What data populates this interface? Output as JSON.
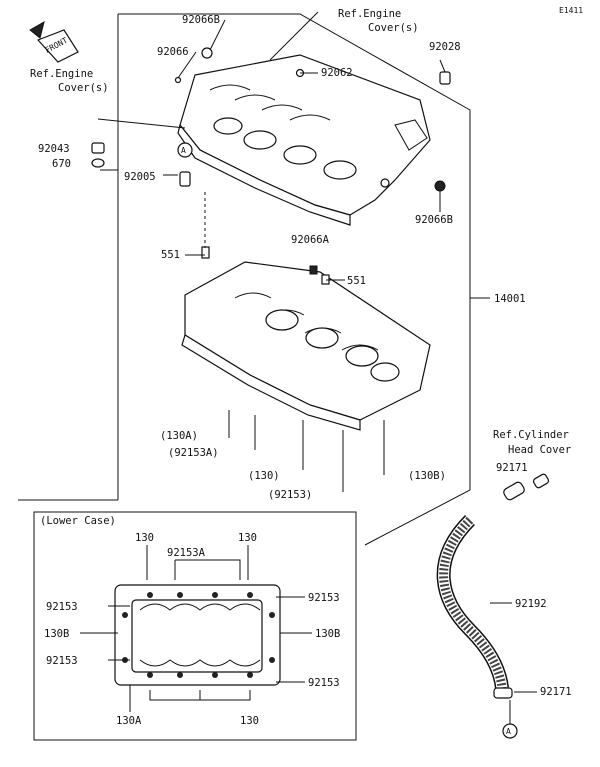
{
  "diagram_id": "E1411",
  "front_badge": "FRONT",
  "ref_engine_cover_top": [
    "Ref.Engine",
    "Cover(s)"
  ],
  "ref_engine_cover_left": [
    "Ref.Engine",
    "Cover(s)"
  ],
  "ref_cylinder_head_cover": [
    "Ref.Cylinder",
    "Head Cover"
  ],
  "lower_case_title": "(Lower Case)",
  "callouts": {
    "p92066B_top": "92066B",
    "p92066_top": "92066",
    "p92062": "92062",
    "p92028": "92028",
    "p92043": "92043",
    "p670": "670",
    "p92005": "92005",
    "p92066B_right": "92066B",
    "p551_left": "551",
    "p92066A": "92066A",
    "p551_right": "551",
    "p14001": "14001",
    "p130A": "(130A)",
    "p92153A": "(92153A)",
    "p130": "(130)",
    "p130B": "(130B)",
    "p92153": "(92153)",
    "p92171_top": "92171",
    "p92192": "92192",
    "p92171_bottom": "92171",
    "circleA": "A"
  },
  "inset_callouts": {
    "c130_left": "130",
    "c92153A": "92153A",
    "c130_right": "130",
    "c92153_l1": "92153",
    "c130B_l": "130B",
    "c92153_l2": "92153",
    "c92153_r1": "92153",
    "c130B_r": "130B",
    "c92153_r2": "92153",
    "c130A_bottom": "130A",
    "c130_bottom": "130"
  }
}
